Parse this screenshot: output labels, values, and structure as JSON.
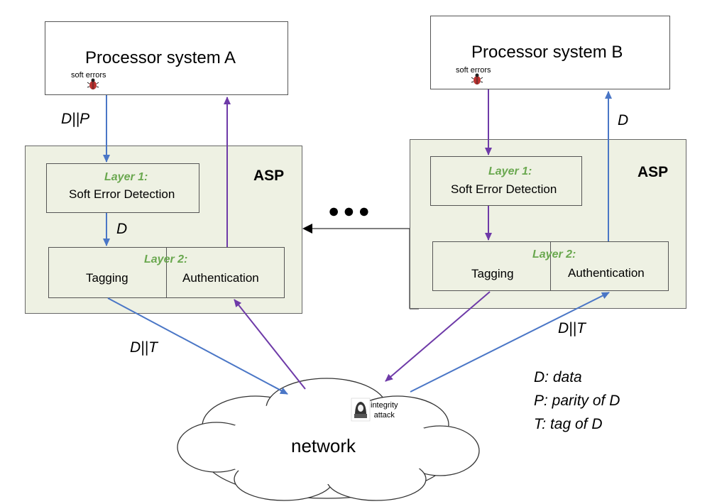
{
  "system_a": {
    "title": "Processor  system A",
    "soft_errors": "soft errors",
    "asp_label": "ASP",
    "layer1": {
      "title": "Layer 1:",
      "body": "Soft Error Detection"
    },
    "layer2": {
      "title": "Layer 2:",
      "left": "Tagging",
      "right": "Authentication"
    },
    "signal_top": "D||P",
    "signal_mid": "D",
    "signal_net": "D||T"
  },
  "system_b": {
    "title": "Processor  system B",
    "soft_errors": "soft errors",
    "asp_label": "ASP",
    "layer1": {
      "title": "Layer 1:",
      "body": "Soft Error  Detection"
    },
    "layer2": {
      "title": "Layer 2:",
      "left": "Tagging",
      "right": "Authentication"
    },
    "signal_top": "D",
    "signal_net": "D||T"
  },
  "network": {
    "label": "network",
    "attack_line1": "integrity",
    "attack_line2": "attack"
  },
  "ellipsis": "●●●",
  "legend": [
    "D: data",
    "P: parity of D",
    "T: tag of D"
  ],
  "colors": {
    "blue_arrow": "#4a76c6",
    "purple_arrow": "#6e3aa8",
    "layer_title": "#6aa84f",
    "asp_fill": "#eef1e3"
  },
  "icons": {
    "bug": "bug-icon",
    "hacker": "hacker-icon"
  }
}
